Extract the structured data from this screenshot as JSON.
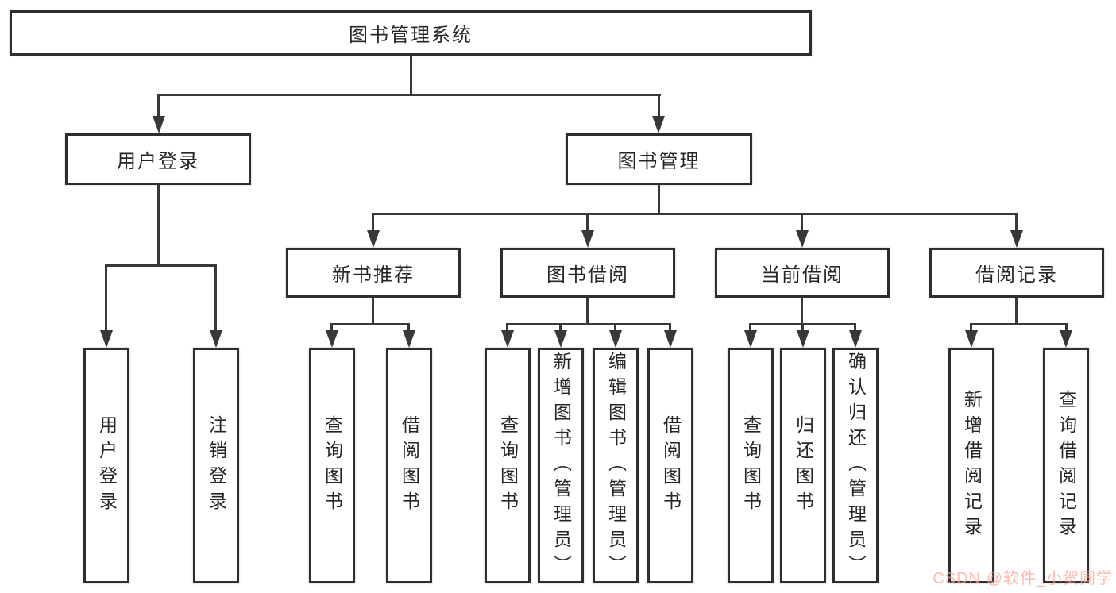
{
  "diagram_title": "图书管理系统",
  "nodes": {
    "root": {
      "label": "图书管理系统"
    },
    "user_login": {
      "label": "用户登录"
    },
    "book_management": {
      "label": "图书管理"
    },
    "new_book_recommend": {
      "label": "新书推荐"
    },
    "book_borrow": {
      "label": "图书借阅"
    },
    "current_borrow": {
      "label": "当前借阅"
    },
    "borrow_records": {
      "label": "借阅记录"
    },
    "leaf_user_login": {
      "label": "用户登录"
    },
    "leaf_logout_login": {
      "label": "注销登录"
    },
    "leaf_query_books_a": {
      "label": "查询图书"
    },
    "leaf_borrow_books_a": {
      "label": "借阅图书"
    },
    "leaf_query_books_b": {
      "label": "查询图书"
    },
    "leaf_add_books_admin": {
      "label": "新增图书（管理员）"
    },
    "leaf_edit_books_admin": {
      "label": "编辑图书（管理员）"
    },
    "leaf_borrow_books_b": {
      "label": "借阅图书"
    },
    "leaf_query_books_c": {
      "label": "查询图书"
    },
    "leaf_return_books": {
      "label": "归还图书"
    },
    "leaf_confirm_return_admin": {
      "label": "确认归还（管理员）"
    },
    "leaf_add_borrow_record": {
      "label": "新增借阅记录"
    },
    "leaf_query_borrow_record": {
      "label": "查询借阅记录"
    }
  },
  "watermark": {
    "text": "CSDN @软件_小贺同学",
    "color": "rgba(252,85,49,0.40)"
  },
  "colors": {
    "line": "#383838",
    "border": "#2e2e2e",
    "text": "#262626",
    "background": "#ffffff"
  }
}
